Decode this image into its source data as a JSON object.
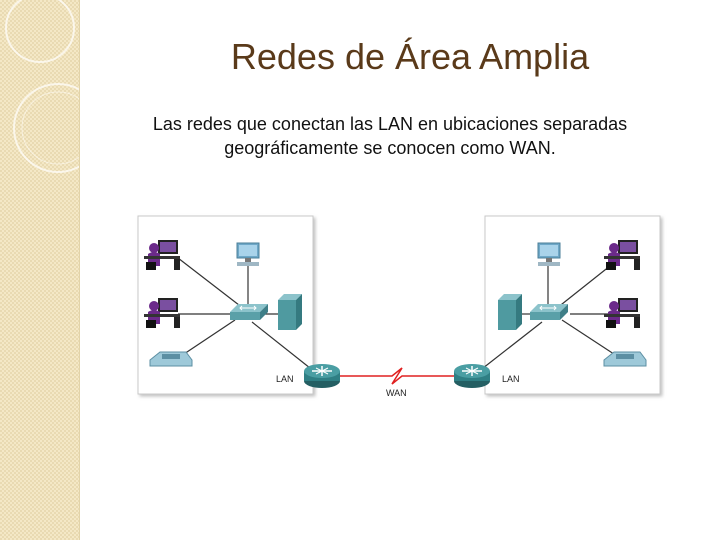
{
  "slide": {
    "title": "Redes de Área Amplia",
    "subtitle": "Las redes que conectan las LAN  en ubicaciones separadas geográficamente se conocen como WAN."
  },
  "diagram": {
    "left_lan_label": "LAN",
    "right_lan_label": "LAN",
    "wan_label": "WAN",
    "colors": {
      "router": "#2f7f84",
      "switch": "#5aa0a8",
      "server": "#4f9aa0",
      "wan_link": "#e02020",
      "user": "#6b2a8a",
      "panel_border": "#c9c9c9"
    }
  }
}
